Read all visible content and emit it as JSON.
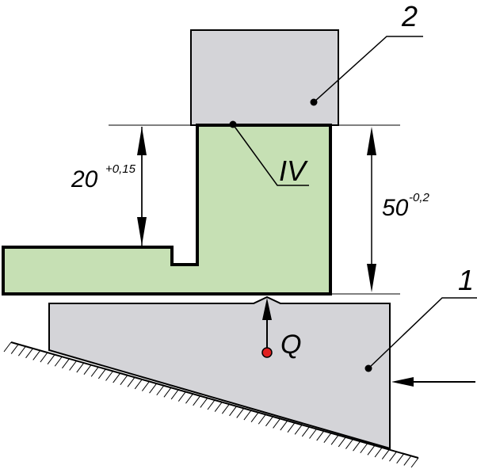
{
  "colors": {
    "part_fill": "#c6e0b4",
    "block_fill": "#d4d4d8",
    "stroke": "#000000",
    "point_red": "#e02020"
  },
  "labels": {
    "dim_left_value": "20",
    "dim_left_tol": "+0,15",
    "dim_right_value": "50",
    "dim_right_tol": "-0,2",
    "surface": "IV",
    "force": "Q",
    "leader_2": "2",
    "leader_1": "1"
  }
}
